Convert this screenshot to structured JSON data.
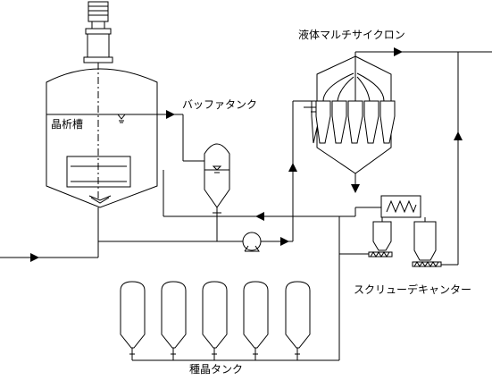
{
  "labels": {
    "crystallizer": "晶析槽",
    "buffer_tank": "バッファタンク",
    "multicyclone": "液体マルチサイクロン",
    "screw_decanter": "スクリューデキャンター",
    "seed_tank": "種晶タンク"
  }
}
